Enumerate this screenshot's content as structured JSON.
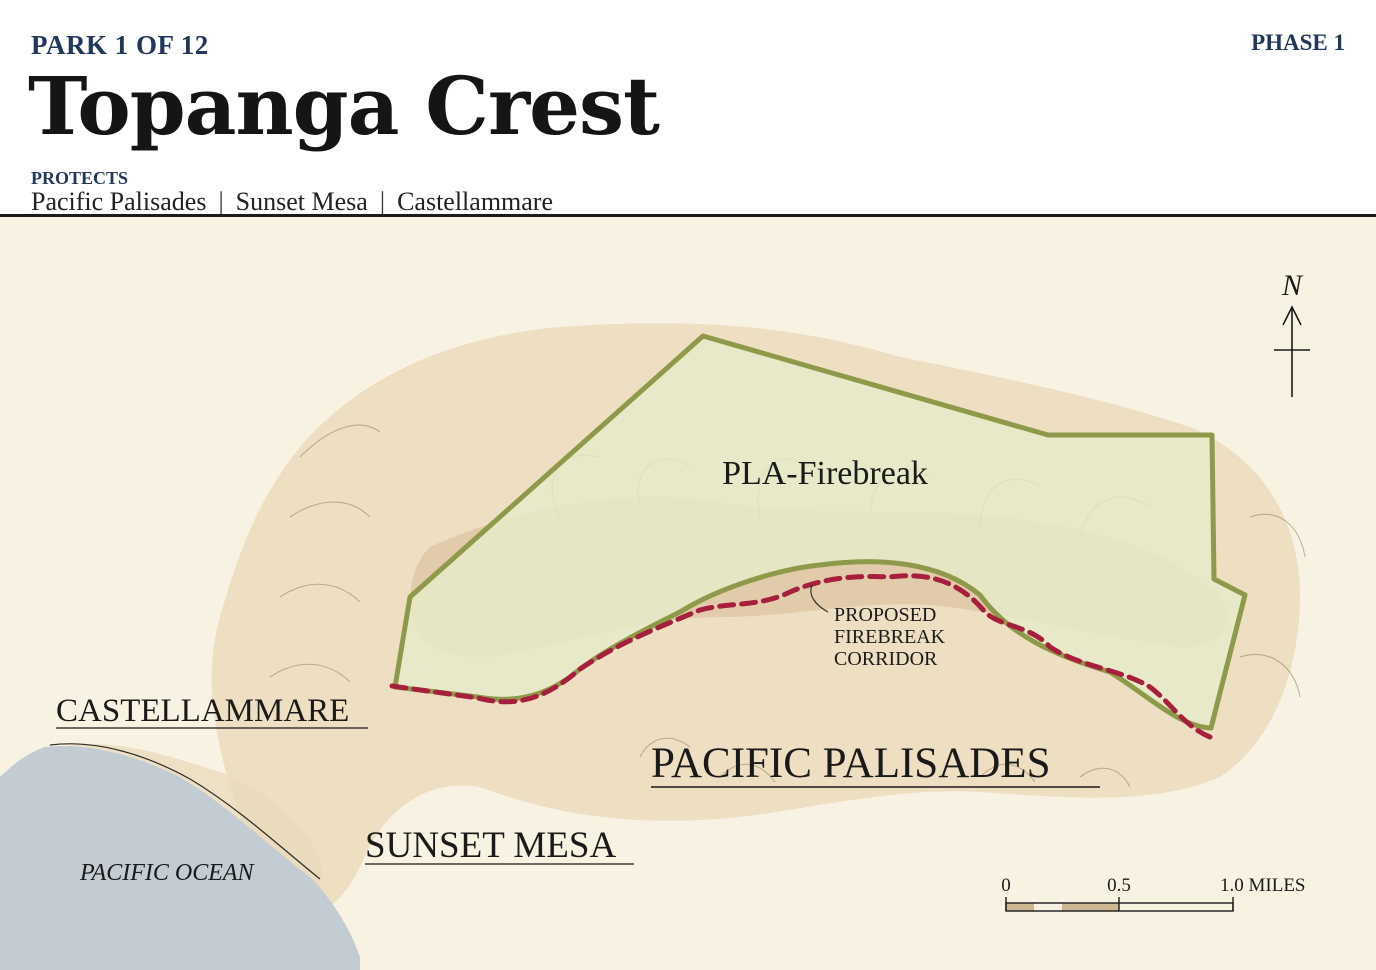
{
  "header": {
    "park_count": "PARK 1 OF 12",
    "phase": "PHASE 1",
    "title": "Topanga Crest",
    "protects_label": "PROTECTS",
    "protects": [
      "Pacific Palisades",
      "Sunset Mesa",
      "Castellammare"
    ],
    "separator": "|"
  },
  "map": {
    "zone_label": "PLA-Firebreak",
    "corridor_label": [
      "PROPOSED",
      "FIREBREAK",
      "CORRIDOR"
    ],
    "places": {
      "castellammare": "CASTELLAMMARE",
      "pacific_palisades": "PACIFIC PALISADES",
      "sunset_mesa": "SUNSET MESA",
      "ocean": "PACIFIC OCEAN"
    },
    "north": "N",
    "scale": {
      "zero": "0",
      "mid": "0.5",
      "end": "1.0 MILES"
    },
    "colors": {
      "paper": "#f8f2e2",
      "zone_fill": "#e6ebc9",
      "zone_stroke": "#8e9a4a",
      "corridor": "#a61f3c",
      "ocean": "#c3ccd3",
      "terrain": "#d8c3a2",
      "header_accent": "#22375c"
    },
    "icons": [
      "north-arrow-icon",
      "scale-bar-icon"
    ]
  }
}
